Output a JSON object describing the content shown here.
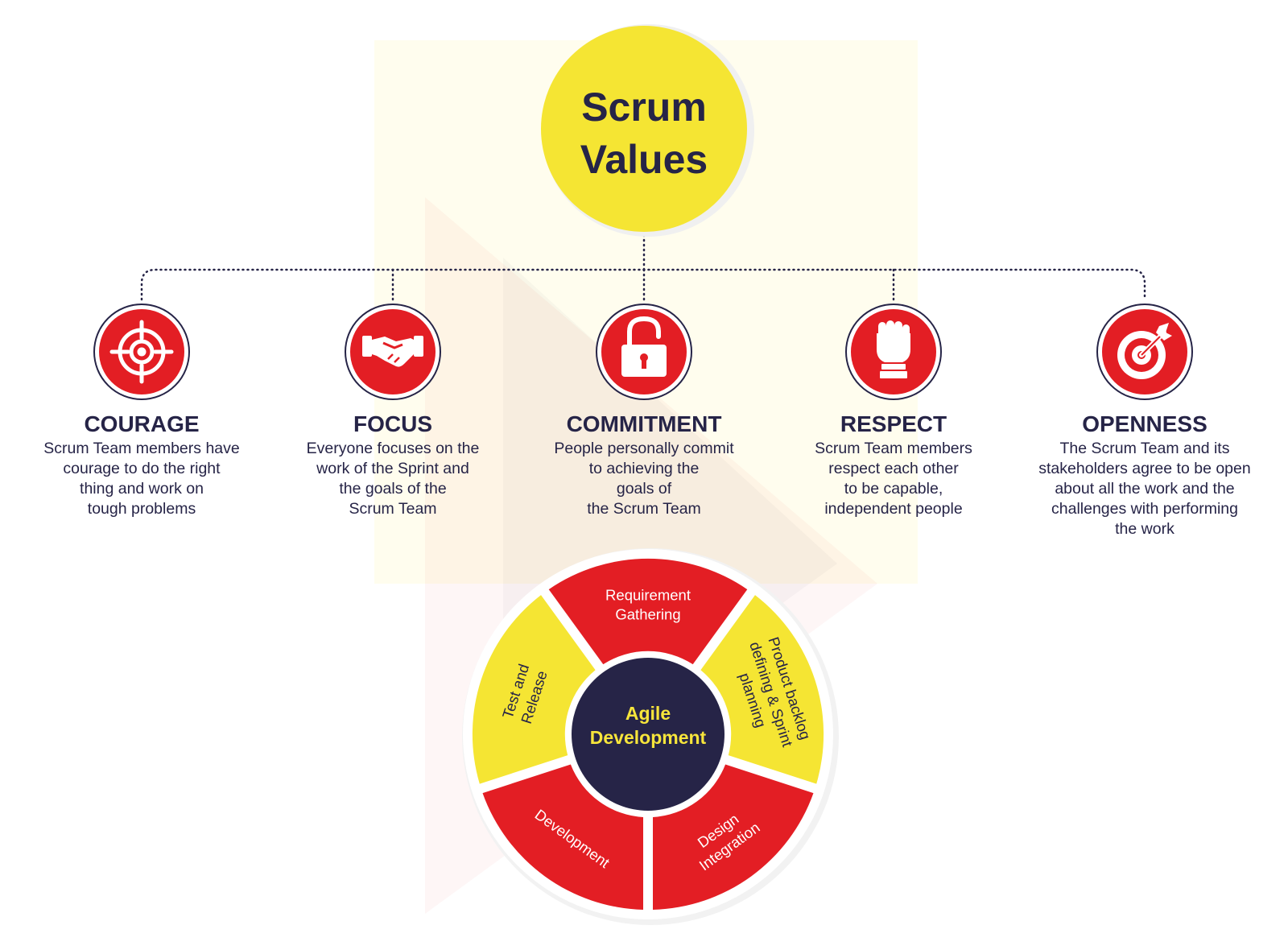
{
  "title": [
    "Scrum",
    "Values"
  ],
  "colors": {
    "red": "#e31e24",
    "red_dark": "#c8161c",
    "yellow": "#f5e533",
    "navy": "#262447",
    "center_text": "#f7e53b",
    "dotted_line": "#262447"
  },
  "values": [
    {
      "name": "COURAGE",
      "icon": "crosshair-icon",
      "desc": [
        "Scrum Team members have",
        "courage to do the right",
        "thing and work on",
        "tough problems"
      ]
    },
    {
      "name": "FOCUS",
      "icon": "handshake-icon",
      "desc": [
        "Everyone focuses on the",
        "work of the Sprint and",
        "the goals of the",
        "Scrum Team"
      ]
    },
    {
      "name": "COMMITMENT",
      "icon": "unlocked-padlock-icon",
      "desc": [
        "People personally commit",
        "to achieving the",
        "goals of",
        "the Scrum Team"
      ]
    },
    {
      "name": "RESPECT",
      "icon": "raised-fist-icon",
      "desc": [
        "Scrum Team members",
        "respect each other",
        "to be capable,",
        "independent people"
      ]
    },
    {
      "name": "OPENNESS",
      "icon": "target-arrow-icon",
      "desc": [
        "The Scrum Team and its",
        "stakeholders agree to be open",
        "about all the work and the",
        "challenges with performing",
        "the work"
      ]
    }
  ],
  "cycle": {
    "center": [
      "Agile",
      "Development"
    ],
    "segments": [
      {
        "lines": [
          "Requirement",
          "Gathering"
        ],
        "color": "red"
      },
      {
        "lines": [
          "Product backlog",
          "defining & Sprint",
          "planning"
        ],
        "color": "yellow"
      },
      {
        "lines": [
          "Design",
          "Integration"
        ],
        "color": "red"
      },
      {
        "lines": [
          "Development"
        ],
        "color": "red"
      },
      {
        "lines": [
          "Test and",
          "Release"
        ],
        "color": "yellow"
      }
    ]
  }
}
